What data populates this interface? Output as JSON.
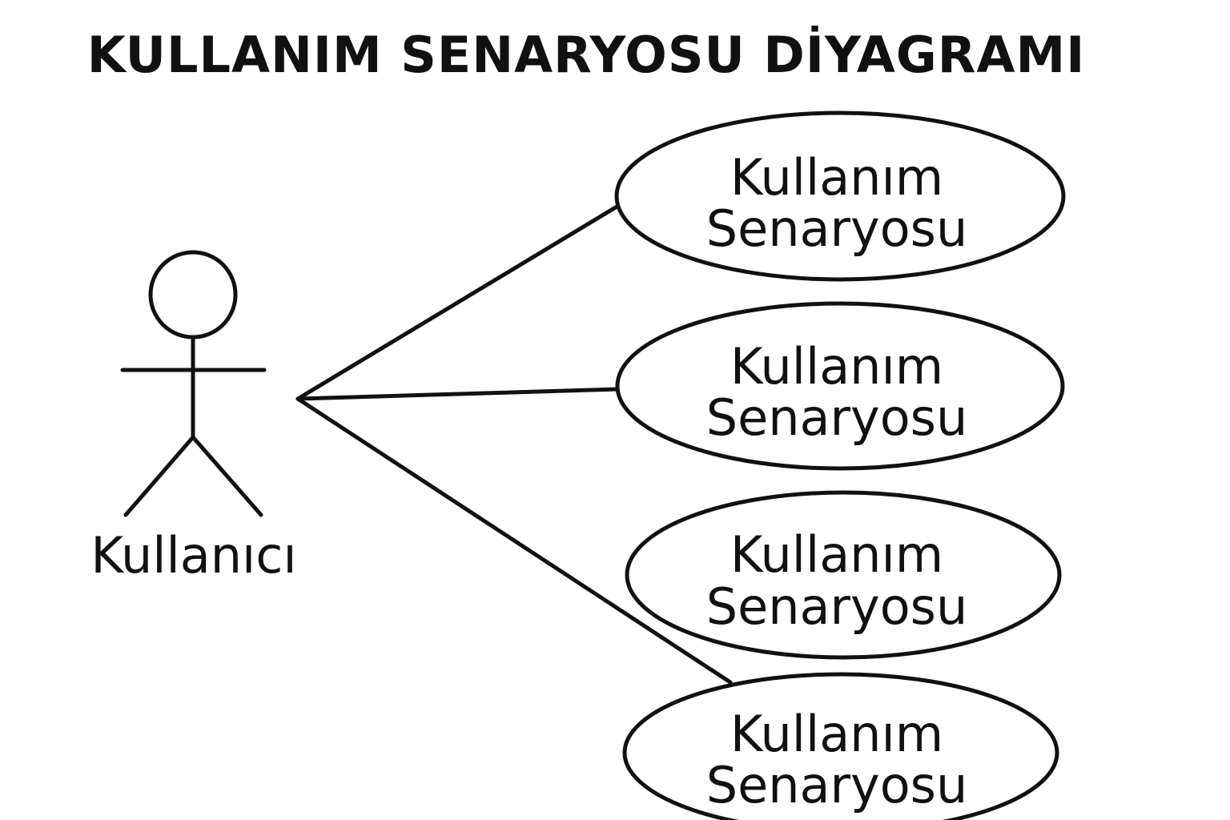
{
  "diagram": {
    "title": "KULLANIM SENARYOSU DİYAGRAMI",
    "actor": {
      "label": "Kullanıcı"
    },
    "use_cases": [
      {
        "line1": "Kullanım",
        "line2": "Senaryosu"
      },
      {
        "line1": "Kullanım",
        "line2": "Senaryosu"
      },
      {
        "line1": "Kullanım",
        "line2": "Senaryosu"
      },
      {
        "line1": "Kullanım",
        "line2": "Senaryosu"
      }
    ],
    "colors": {
      "stroke": "#111111",
      "background": "#ffffff"
    }
  }
}
